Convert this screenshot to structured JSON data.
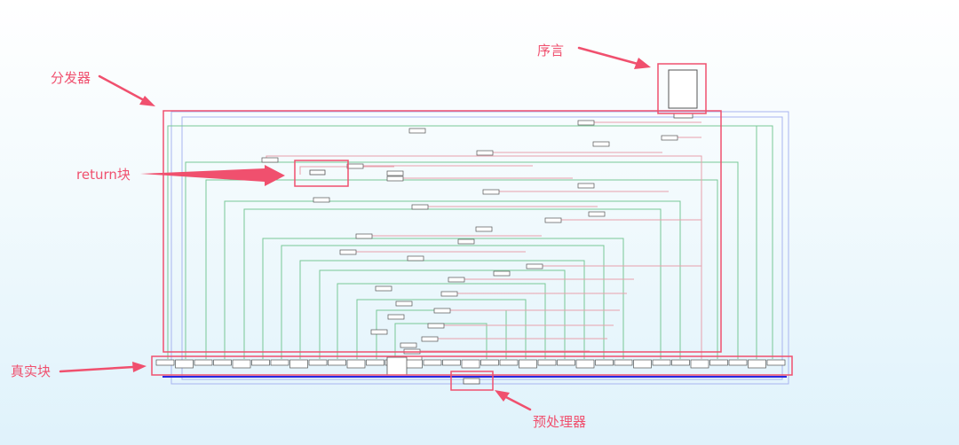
{
  "annotations": {
    "prologue": "序言",
    "dispatcher": "分发器",
    "return_block": "return块",
    "real_blocks": "真实块",
    "preprocessor": "预处理器"
  },
  "colors": {
    "annotation": "#f0506e",
    "dispatch_edge": "#e8a0ac",
    "loop_edge": "#78c896",
    "back_edge": "#a8b4f0",
    "preprocessor_edge": "#2828e0",
    "block_border": "#555555"
  }
}
